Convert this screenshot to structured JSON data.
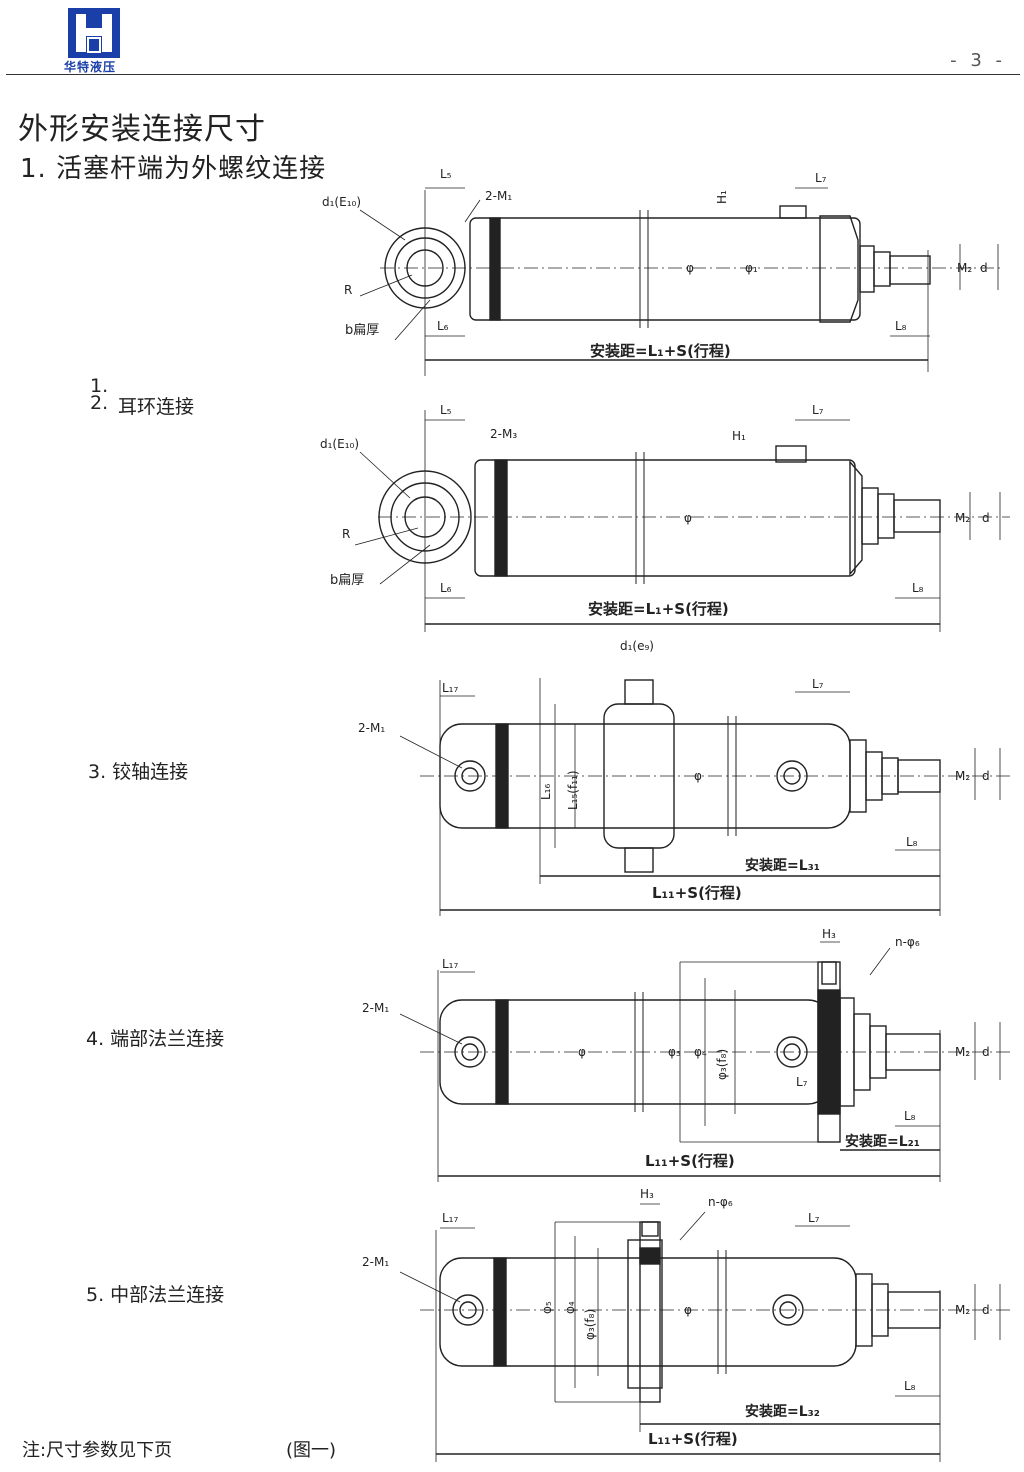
{
  "header": {
    "brand": "华特液压",
    "page_number": "- 3 -"
  },
  "title": "外形安装连接尺寸",
  "subtitle": "1. 活塞杆端为外螺纹连接",
  "labels": {
    "l12_num1": "1.",
    "l12_num2": "2.",
    "l12_text": "耳环连接",
    "l3": "3. 铰轴连接",
    "l4": "4. 端部法兰连接",
    "l5": "5. 中部法兰连接"
  },
  "dims": {
    "L5": "L₅",
    "L6": "L₆",
    "L7": "L₇",
    "L8": "L₈",
    "L17": "L₁₇",
    "H1": "H₁",
    "H3": "H₃",
    "d1E10": "d₁(E₁₀)",
    "d1e9": "d₁(e₉)",
    "R": "R",
    "b": "b扁厚",
    "M1": "2-M₁",
    "M3": "2-M₃",
    "M2": "M₂",
    "d": "d",
    "phi": "φ",
    "phi1": "φ₁",
    "phi3": "φ₃(f₈)",
    "phi4": "φ₄",
    "phi5": "φ₅",
    "nphi6": "n-φ₆",
    "L15": "L₁₅(f₁₁)",
    "L16": "L₁₆",
    "mount1": "安装距=L₁+S(行程)",
    "mount31": "安装距=L₃₁",
    "mount21": "安装距=L₂₁",
    "mount32": "安装距=L₃₂",
    "L11S": "L₁₁+S(行程)"
  },
  "footer": {
    "note": "注:尺寸参数见下页",
    "figure": "(图一)"
  },
  "colors": {
    "brand": "#1a3fa8",
    "line": "#222222"
  }
}
